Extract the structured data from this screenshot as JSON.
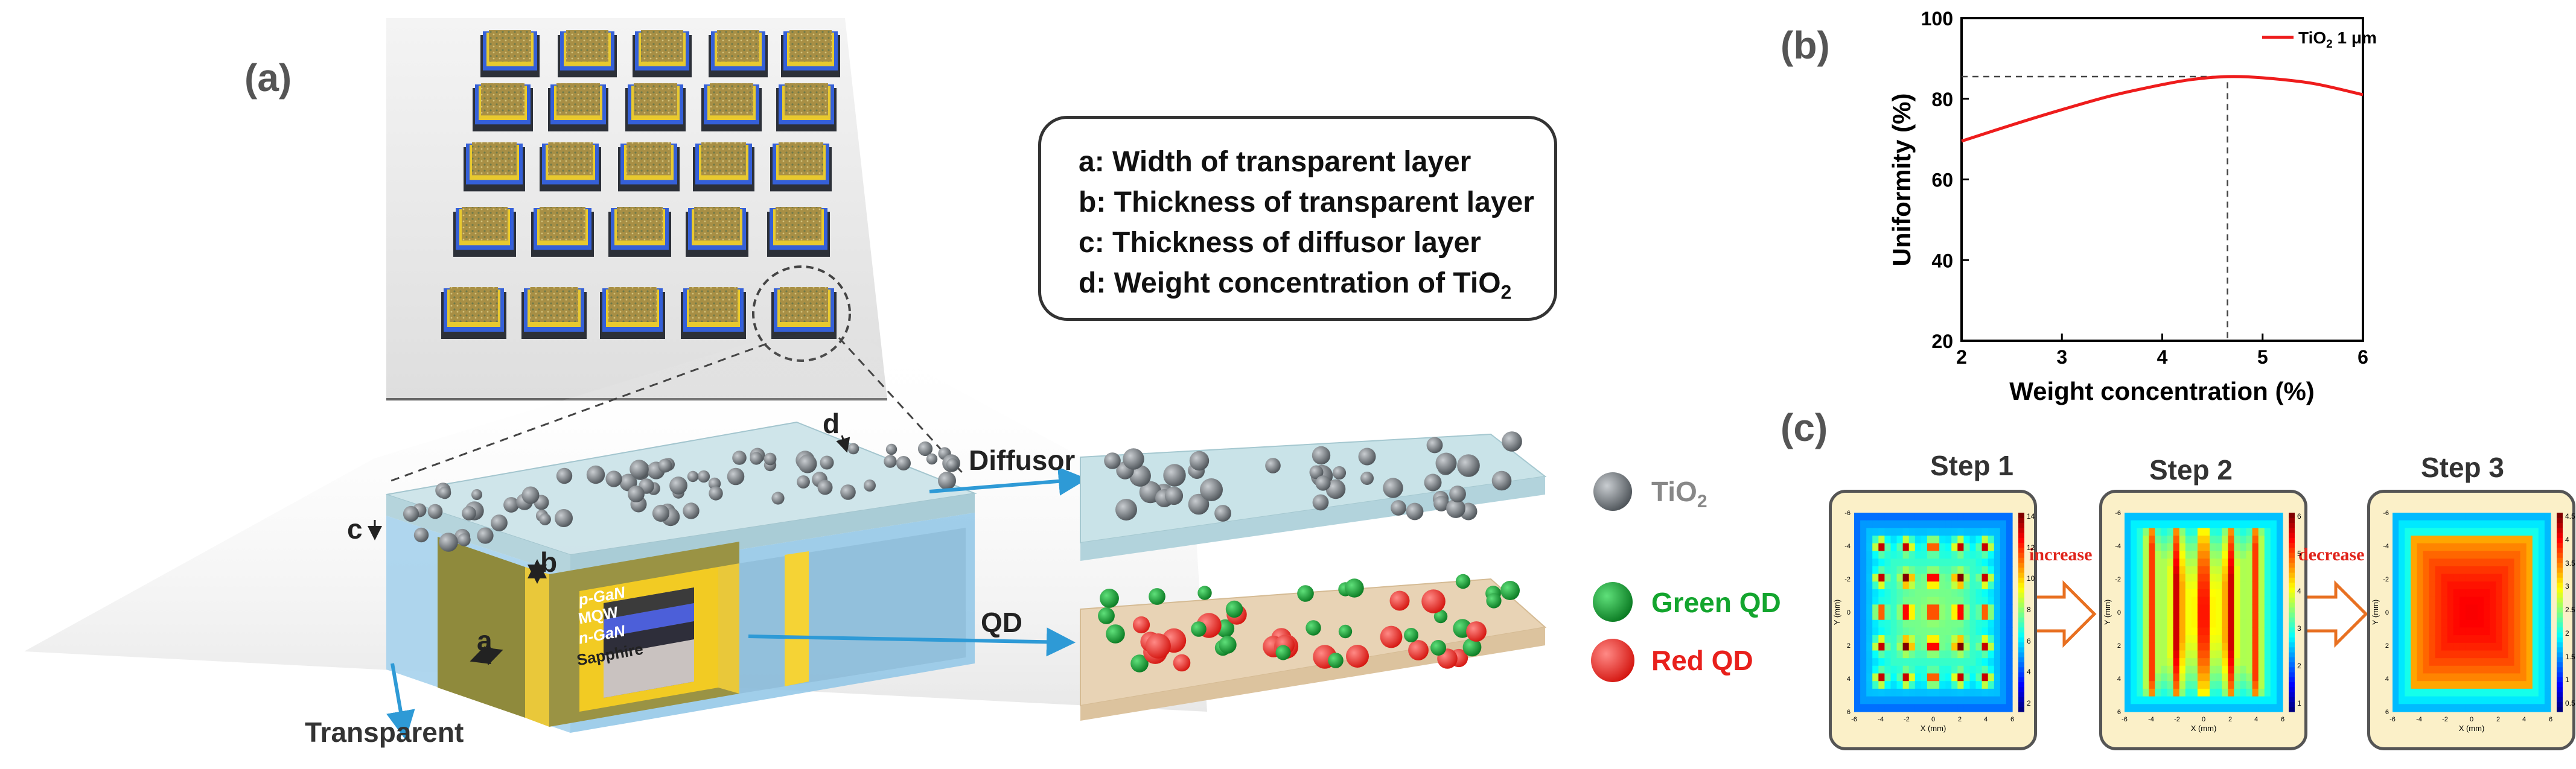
{
  "panel_a": {
    "label": "(a)",
    "text_box": {
      "line_a": "a: Width of transparent layer",
      "line_b": "b: Thickness of transparent layer",
      "line_c": "c: Thickness of diffusor layer",
      "line_d_prefix": "d: Weight concentration of TiO",
      "line_d_sub": "2"
    },
    "dimension_labels": {
      "a": "a",
      "b": "b",
      "c": "c",
      "d": "d"
    },
    "layers": {
      "p_gan": "p-GaN",
      "mqw": "MQW",
      "n_gan": "n-GaN",
      "sapphire": "Sapphire"
    },
    "callouts": {
      "diffusor": "Diffusor",
      "qd": "QD",
      "transparent": "Transparent"
    },
    "legend": {
      "tio2_main": "TiO",
      "tio2_sub": "2",
      "green_qd": "Green QD",
      "red_qd": "Red QD"
    },
    "colors": {
      "green_qd": "#13a52e",
      "red_qd": "#e8201c",
      "tio2": "#7a7f85",
      "arrow": "#2e9ad6"
    }
  },
  "panel_b": {
    "label": "(b)",
    "chart_data": {
      "type": "line",
      "xlabel": "Weight concentration (%)",
      "ylabel": "Uniformity (%)",
      "xlim": [
        2,
        6
      ],
      "ylim": [
        20,
        100
      ],
      "xticks": [
        "2",
        "3",
        "4",
        "5",
        "6"
      ],
      "yticks": [
        "20",
        "40",
        "60",
        "80",
        "100"
      ],
      "series": [
        {
          "name_main": "TiO",
          "name_sub": "2",
          "name_suffix": " 1 μm",
          "color": "#ee1c1c",
          "x": [
            2.0,
            2.5,
            3.0,
            3.5,
            4.0,
            4.3,
            4.65,
            5.0,
            5.5,
            6.0
          ],
          "y": [
            69.5,
            73.5,
            77.3,
            80.8,
            83.5,
            84.8,
            85.5,
            85.2,
            83.8,
            81.0
          ]
        }
      ],
      "reference": {
        "x": 4.65,
        "y": 85.5
      },
      "legend_position": "top-right",
      "grid": false
    }
  },
  "panel_c": {
    "label": "(c)",
    "steps": [
      {
        "title": "Step 1",
        "colorbar_ticks": [
          "14",
          "12",
          "10",
          "8",
          "6",
          "4",
          "2"
        ]
      },
      {
        "title": "Step 2",
        "colorbar_ticks": [
          "6",
          "5",
          "4",
          "3",
          "2",
          "1"
        ]
      },
      {
        "title": "Step 3",
        "colorbar_ticks": [
          "4.5",
          "4",
          "3.5",
          "3",
          "2.5",
          "2",
          "1.5",
          "1",
          "0.5"
        ]
      }
    ],
    "arrows": [
      "increase",
      "decrease"
    ],
    "heatmap_axes": {
      "x_label": "X (mm)",
      "y_label": "Y (mm)",
      "ticks": [
        "-6",
        "-4",
        "-2",
        "0",
        "2",
        "4",
        "6"
      ]
    }
  }
}
